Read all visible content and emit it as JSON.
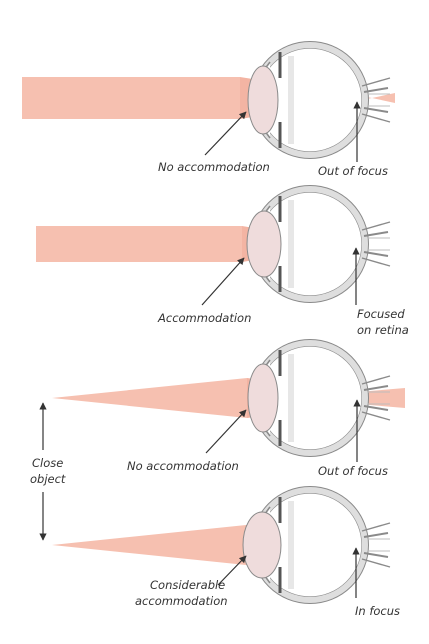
{
  "labels": {
    "p1_left": "No accommodation",
    "p1_right": "Out of focus",
    "p2_left": "Accommodation",
    "p2_right_line1": "Focused",
    "p2_right_line2": "on retina",
    "p3_left": "No accommodation",
    "p3_right": "Out of focus",
    "close_object_line1": "Close",
    "close_object_line2": "object",
    "p4_left_line1": "Considerable",
    "p4_left_line2": "accommodation",
    "p4_right": "In focus"
  },
  "colors": {
    "light_beam": "#f6c0b0",
    "light_beam_core": "#eea492",
    "eye_outline": "#8a8a8a",
    "eye_wall": "#d9d9d9",
    "lens": "#e8dada",
    "text": "#333333"
  }
}
